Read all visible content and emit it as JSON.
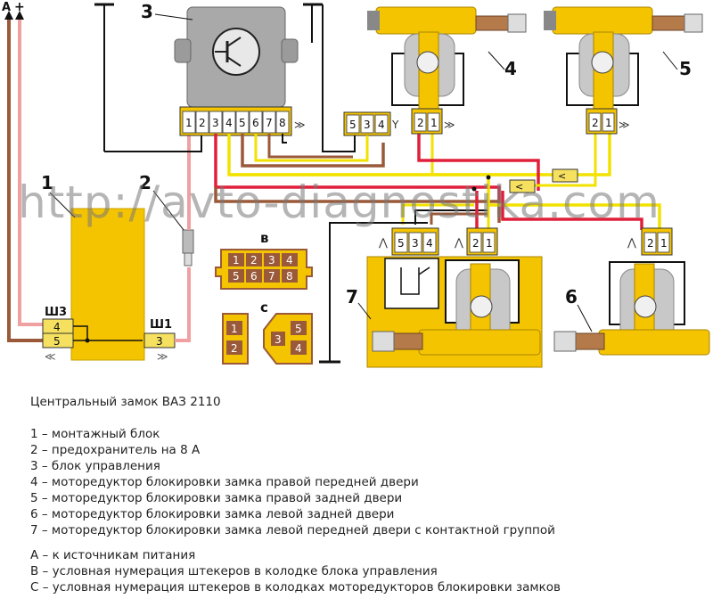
{
  "labels": {
    "power_minus": "A",
    "power_plus": "+",
    "n1": "1",
    "n2": "2",
    "n3": "3",
    "n4": "4",
    "n5": "5",
    "n6": "6",
    "n7": "7",
    "b": "в",
    "c": "с",
    "sh3": "Ш3",
    "sh1": "Ш1"
  },
  "pins": {
    "control_unit": [
      "1",
      "2",
      "3",
      "4",
      "5",
      "6",
      "7",
      "8"
    ],
    "connector_543": [
      "5",
      "3",
      "4"
    ],
    "motor4": [
      "2",
      "1"
    ],
    "motor5": [
      "2",
      "1"
    ],
    "motor7_group": [
      "5",
      "3",
      "4"
    ],
    "motor7": [
      "2",
      "1"
    ],
    "motor6": [
      "2",
      "1"
    ],
    "mount_block_sh3": [
      "4",
      "5"
    ],
    "mount_block_sh1": [
      "3"
    ],
    "legend_b_row1": [
      "1",
      "2",
      "3",
      "4"
    ],
    "legend_b_row2": [
      "5",
      "6",
      "7",
      "8"
    ],
    "legend_c_left": [
      "1",
      "2"
    ],
    "legend_c_right": [
      "3",
      "5",
      "4"
    ]
  },
  "watermark": "http://avto-diagnostika.com",
  "caption": {
    "title": "Центральный замок ВАЗ 2110",
    "items": [
      "1 – монтажный блок",
      "2 – предохранитель на 8 А",
      "3 – блок управления",
      "4 – моторедуктор блокировки замка правой передней двери",
      "5 – моторедуктор блокировки замка правой задней двери",
      "6 – моторедуктор блокировки замка левой задней двери",
      "7 – моторедуктор блокировки замка левой передней двери с контактной группой"
    ],
    "notes": [
      "А – к источникам питания",
      "В – условная нумерация штекеров в колодке блока управления",
      "С – условная нумерация штекеров в колодках моторедукторов блокировки замков"
    ]
  },
  "colors": {
    "yellow": "#f5c400",
    "pink": "#f0a0a0",
    "brown": "#9a5a3a",
    "red": "#e0203a",
    "black": "#111111",
    "light_yellow_wire": "#f2e200"
  }
}
